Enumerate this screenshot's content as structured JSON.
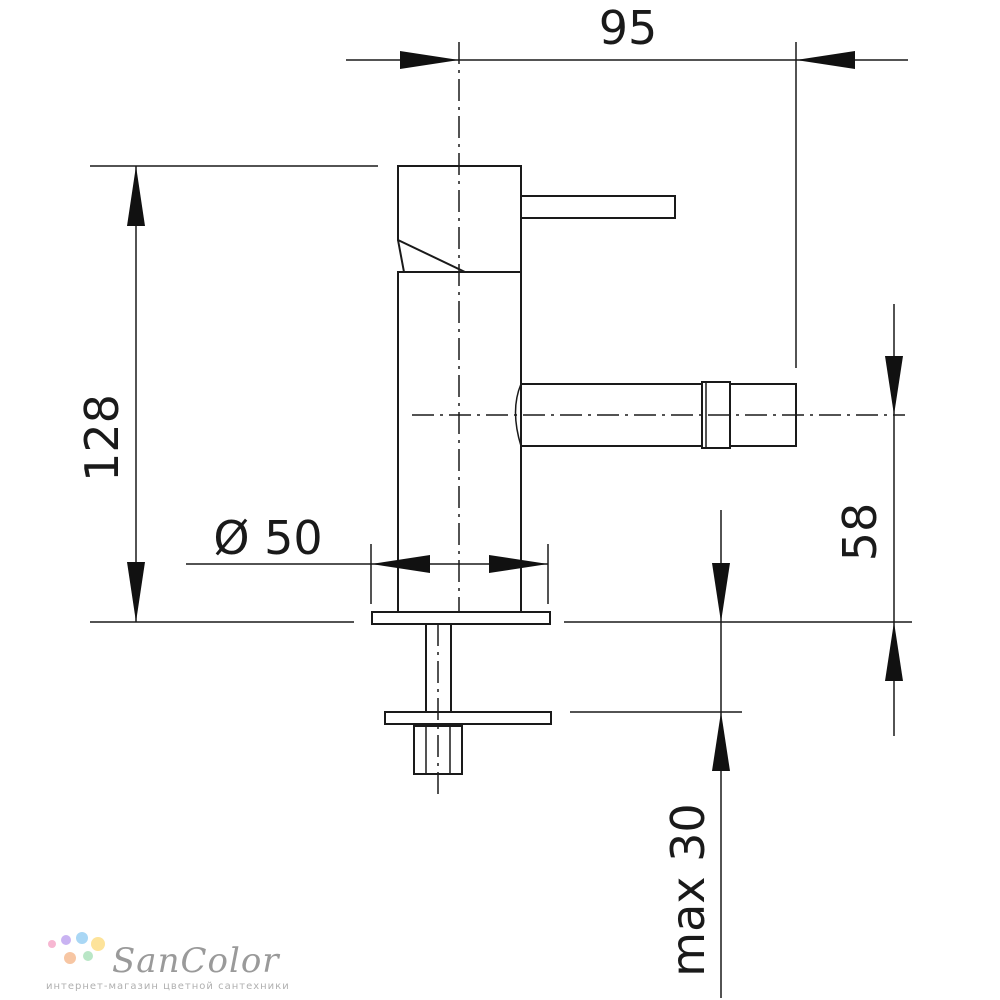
{
  "dimensions": {
    "width": "95",
    "height": "128",
    "diameter": "Ø 50",
    "spout_height": "58",
    "max_thickness": "max 30"
  },
  "logo": {
    "name": "SanColor",
    "tagline": "интернет-магазин цветной сантехники",
    "dot_colors": [
      "#f7b7d2",
      "#c9b3f2",
      "#a9d7f5",
      "#fde39a",
      "#f7c6a3",
      "#b9e6c6"
    ]
  }
}
